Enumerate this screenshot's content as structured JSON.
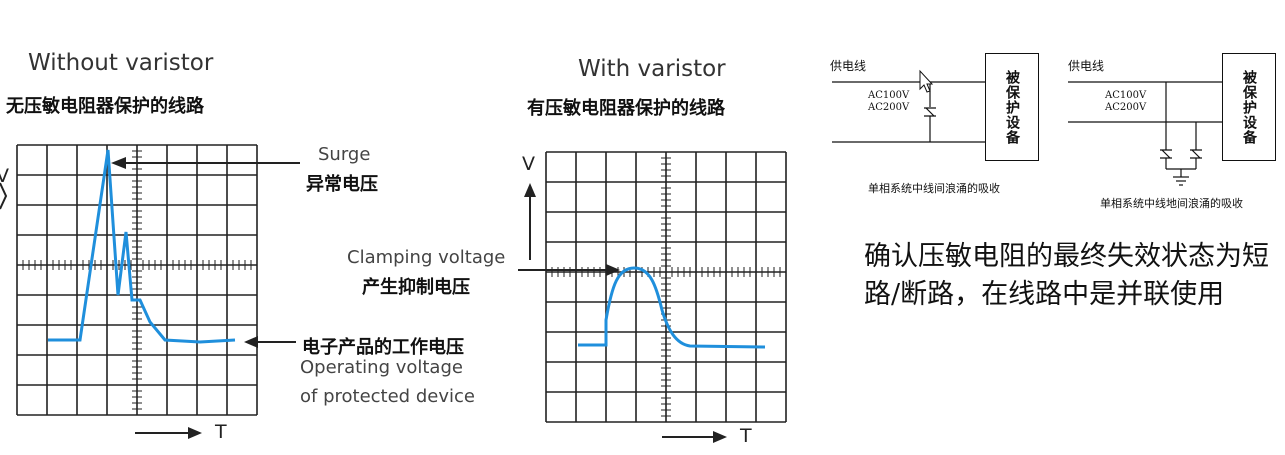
{
  "left_panel": {
    "title_en": "Without varistor",
    "title_cn": "无压敏电阻器保护的线路",
    "v_label": "V",
    "surge_en": "Surge",
    "surge_cn": "异常电压",
    "operating_cn": "电子产品的工作电压",
    "operating_en_1": "Operating voltage",
    "operating_en_2": "of protected device",
    "t_label": "T",
    "trace_color": "#1f8fdc"
  },
  "right_panel": {
    "title_en": "With varistor",
    "title_cn": "有压敏电阻器保护的线路",
    "v_label": "V",
    "clamp_en": "Clamping voltage",
    "clamp_cn": "产生抑制电压",
    "t_label": "T",
    "trace_color": "#1f8fdc"
  },
  "circuit_1": {
    "supply_label": "供电线",
    "ac1": "AC100V",
    "ac2": "AC200V",
    "device": "被保护设备",
    "caption": "单相系统中线间浪涌的吸收"
  },
  "circuit_2": {
    "supply_label": "供电线",
    "ac1": "AC100V",
    "ac2": "AC200V",
    "device": "被保护设备",
    "caption": "单相系统中线地间浪涌的吸收"
  },
  "note": "确认压敏电阻的最终失效状态为短路/断路，在线路中是并联使用"
}
